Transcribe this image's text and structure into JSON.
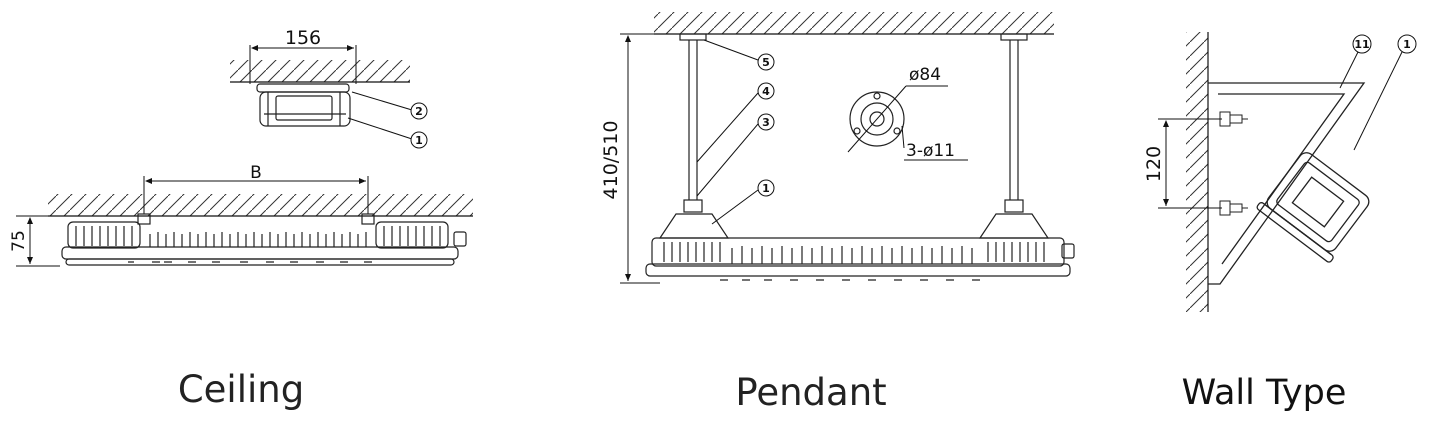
{
  "ceiling": {
    "caption": "Ceiling",
    "dim_width": "156",
    "dim_spacing": "B",
    "dim_height": "75",
    "callouts": [
      "2",
      "1"
    ]
  },
  "pendant": {
    "caption": "Pendant",
    "dim_height": "410/510",
    "dim_diameter": "ø84",
    "dim_holes": "3-ø11",
    "callouts": [
      "5",
      "4",
      "3",
      "1"
    ]
  },
  "wall": {
    "caption": "Wall Type",
    "dim_height": "120",
    "callouts": [
      "11",
      "1"
    ]
  }
}
